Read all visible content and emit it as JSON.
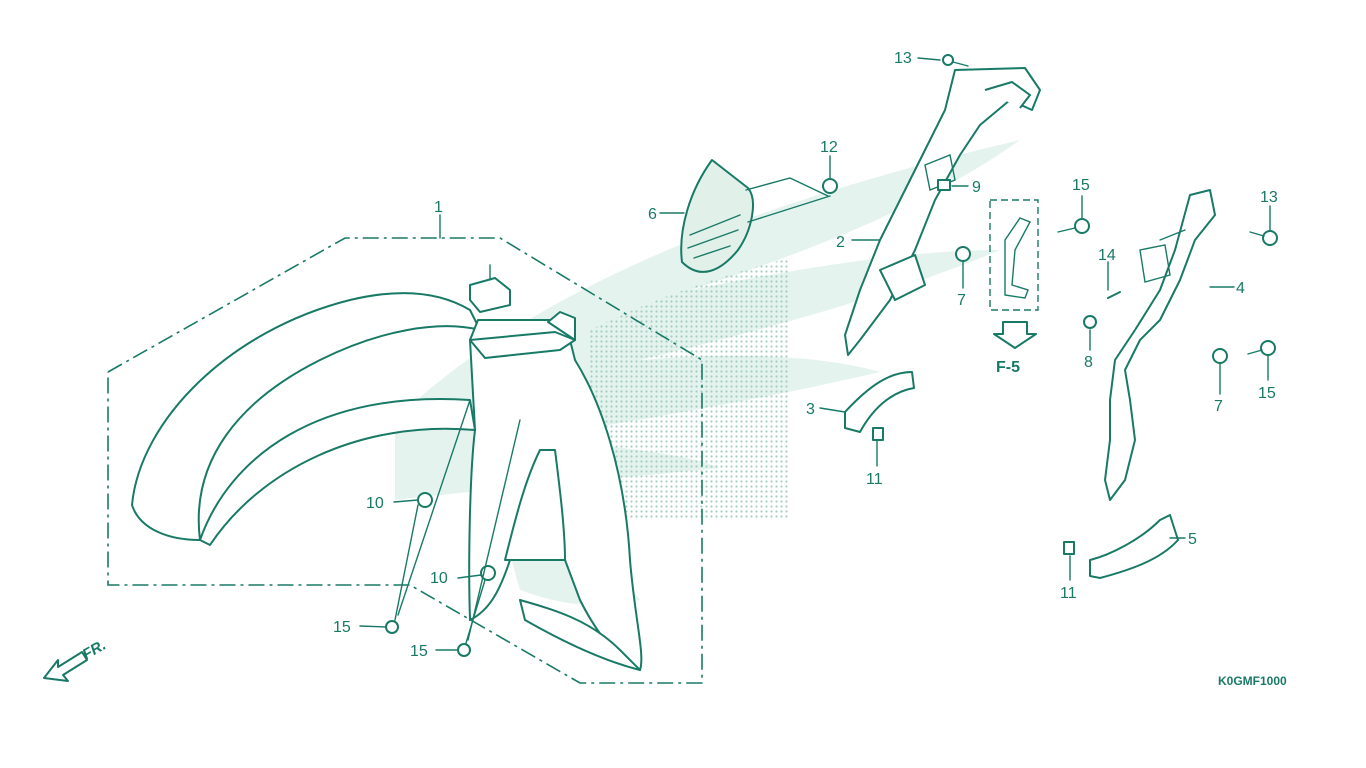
{
  "diagram": {
    "code": "K0GMF1000",
    "direction_label": "FR.",
    "reference_label": "F-5",
    "colors": {
      "line": "#187a66",
      "watermark": "#dcefe9",
      "background": "#ffffff"
    },
    "callouts": [
      "1",
      "2",
      "3",
      "4",
      "5",
      "6",
      "7",
      "7",
      "8",
      "9",
      "10",
      "10",
      "11",
      "11",
      "12",
      "13",
      "13",
      "14",
      "15",
      "15",
      "15",
      "15"
    ]
  }
}
